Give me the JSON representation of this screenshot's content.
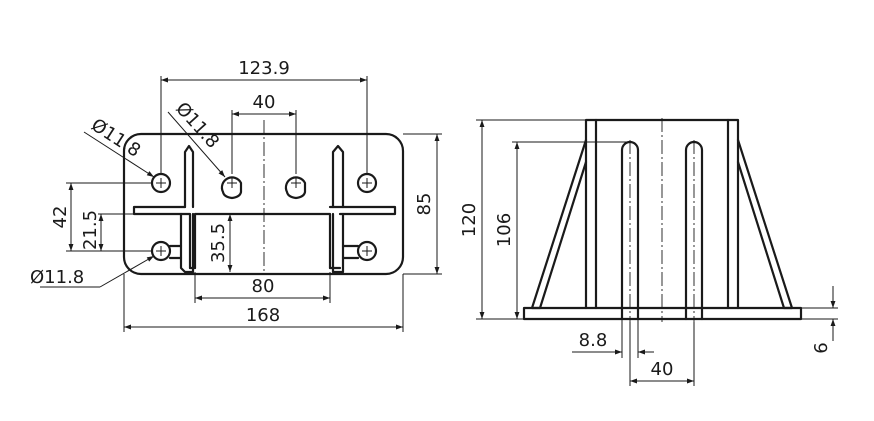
{
  "dimensions": {
    "overall_hole_pitch": "123.9",
    "inner_hole_pitch": "40",
    "hole_dia_top_left": "Ø11.8",
    "hole_dia_top_inner": "Ø11.8",
    "hole_dia_bottom_left": "Ø11.8",
    "row_spacing": "42",
    "row_half": "21.5",
    "base_height": "85",
    "slot_offset": "35.5",
    "channel_width": "80",
    "base_width": "168",
    "total_height": "120",
    "slot_height": "106",
    "slot_width": "8.8",
    "slot_pitch": "40",
    "plate_thickness": "6"
  },
  "colors": {
    "line": "#1a1a1a",
    "background": "#ffffff"
  }
}
